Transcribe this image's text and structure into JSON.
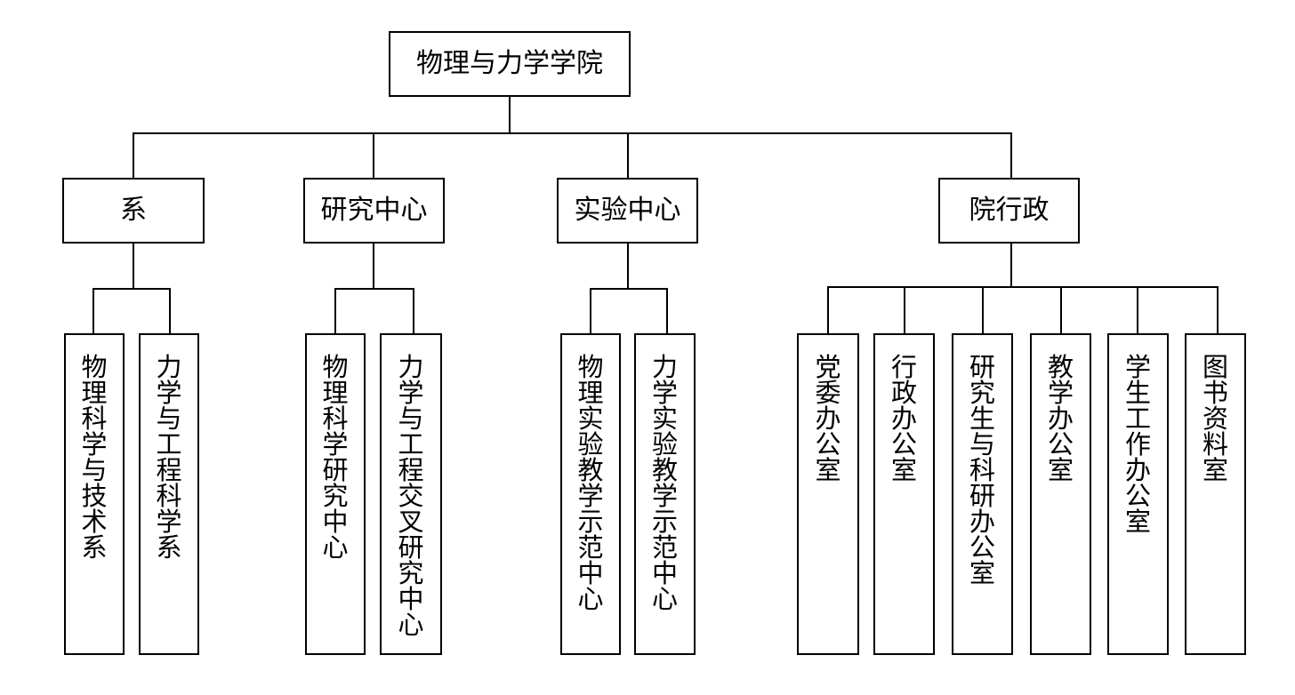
{
  "root": {
    "label": "物理与力学学院"
  },
  "level1": [
    {
      "label": "系"
    },
    {
      "label": "研究中心"
    },
    {
      "label": "实验中心"
    },
    {
      "label": "院行政"
    }
  ],
  "leaves": [
    {
      "label": "物理科学与技术系"
    },
    {
      "label": "力学与工程科学系"
    },
    {
      "label": "物理科学研究中心"
    },
    {
      "label": "力学与工程交叉研究中心"
    },
    {
      "label": "物理实验教学示范中心"
    },
    {
      "label": "力学实验教学示范中心"
    },
    {
      "label": "党委办公室"
    },
    {
      "label": "行政办公室"
    },
    {
      "label": "研究生与科研办公室"
    },
    {
      "label": "教学办公室"
    },
    {
      "label": "学生工作办公室"
    },
    {
      "label": "图书资料室"
    }
  ]
}
